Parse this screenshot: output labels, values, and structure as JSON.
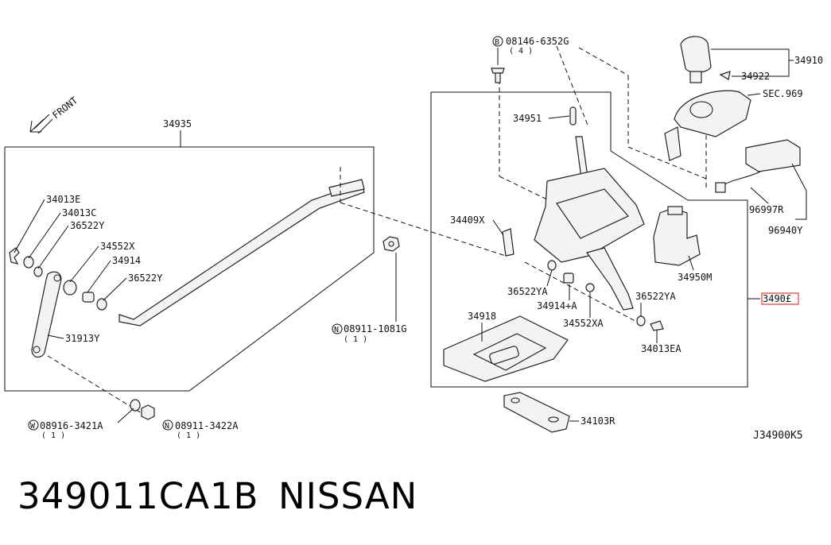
{
  "diagram": {
    "front_label": "FRONT",
    "doc_code": "J34900K5",
    "labels": {
      "assy_34935": "34935",
      "p34013E": "34013E",
      "p34013C": "34013C",
      "p36522Y_top": "36522Y",
      "p34552X": "34552X",
      "p34914": "34914",
      "p36522Y": "36522Y",
      "p31913Y": "31913Y",
      "p08911_1081G": "08911-1081G",
      "p08911_1081G_qty": "( 1 )",
      "p08916_3421A": "08916-3421A",
      "p08916_3421A_qty": "( 1 )",
      "p08911_3422A": "08911-3422A",
      "p08911_3422A_qty": "( 1 )",
      "p08146_6352G": "08146-6352G",
      "p08146_6352G_qty": "( 4 )",
      "p34951": "34951",
      "p34409X": "34409X",
      "p36522YA_left": "36522YA",
      "p34914A": "34914+A",
      "p34552XA": "34552XA",
      "p36522YA_right": "36522YA",
      "p34013EA": "34013EA",
      "p34918": "34918",
      "p34103R": "34103R",
      "p34950M": "34950M",
      "p34901_cut": "3490£",
      "p34910": "34910",
      "p34922": "34922",
      "sec969": "SEC.969",
      "p96997R": "96997R",
      "p96940Y": "96940Y"
    },
    "circle_marks": {
      "B": "B",
      "N": "N",
      "W": "W"
    }
  },
  "footer": {
    "part_number": "349011CA1B",
    "brand": "NISSAN"
  },
  "colors": {
    "highlight": "#e53935",
    "line": "#111111"
  }
}
